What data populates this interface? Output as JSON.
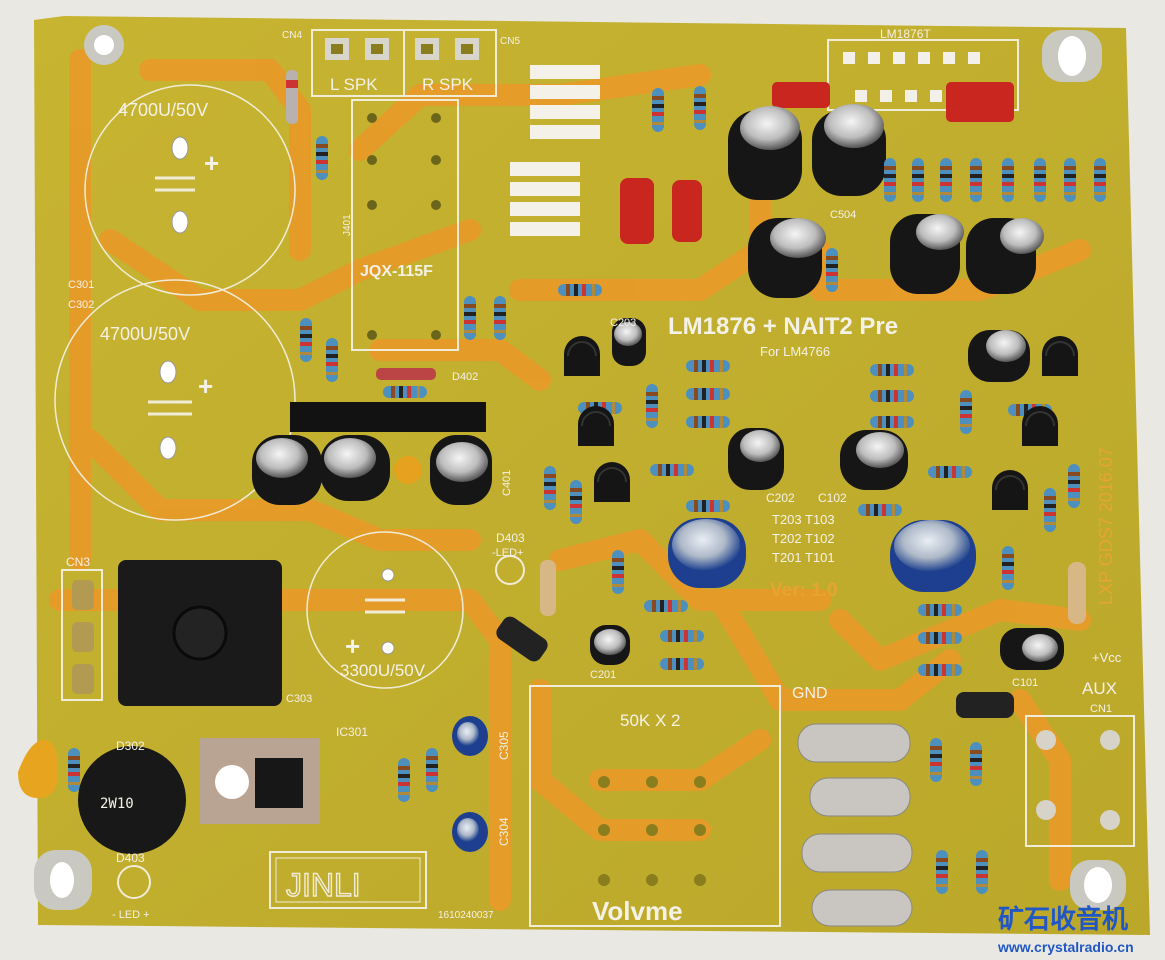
{
  "board": {
    "title": "LM1876 + NAIT2 Pre",
    "subtitle": "For LM4766",
    "version": "Ver: 1.0",
    "side_code": "LXP GDS7 2016.07",
    "serial": "1610240037",
    "logo": "JINLI",
    "relay": "JQX-115F",
    "amp_ic": "LM1876T"
  },
  "caps": {
    "top": "4700U/50V",
    "middle": "4700U/50V",
    "bottom": "3300U/50V"
  },
  "speakers": {
    "left": "L SPK",
    "right": "R SPK",
    "cn4": "CN4",
    "cn5": "CN5"
  },
  "labels": {
    "c301": "C301",
    "c302": "C302",
    "c303": "C303",
    "c304": "C304",
    "c305": "C305",
    "c201": "C201",
    "c202": "C202",
    "c102": "C102",
    "c101": "C101",
    "c203": "C203",
    "c504": "C504",
    "cn3": "CN3",
    "cn1": "CN1",
    "d402": "D402",
    "d403": "D403",
    "d403b": "D403",
    "d302": "D302",
    "ic301": "IC301",
    "j401": "J401",
    "c401": "C401",
    "led": "-LED+",
    "led2": "- LED +",
    "t203": "T203 T103",
    "t202": "T202 T102",
    "t201": "T201 T101",
    "gnd": "GND",
    "vcc": "+Vcc",
    "aux": "AUX",
    "pot": "50K X 2",
    "volume": "Volvme"
  },
  "watermark": {
    "cn": "矿石收音机",
    "url": "www.crystalradio.cn"
  }
}
